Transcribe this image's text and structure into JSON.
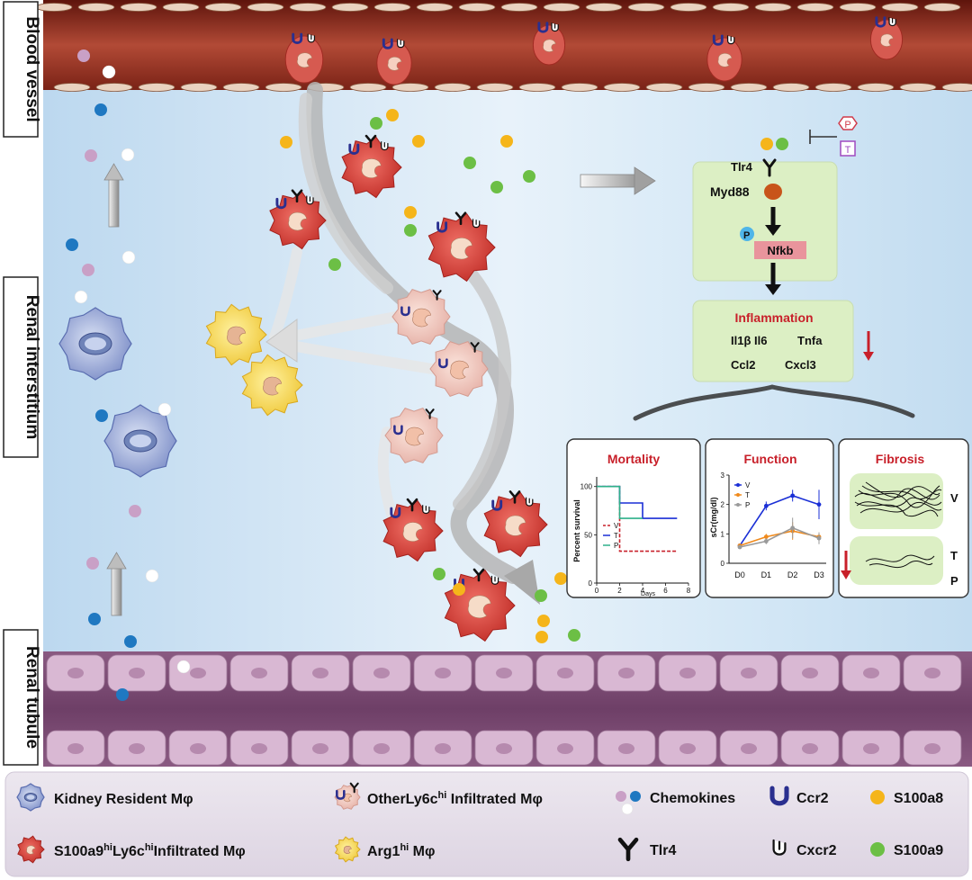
{
  "side_labels": {
    "blood_vessel": "Blood vessel",
    "renal_interstitium": "Renal interstitium",
    "renal_tubule": "Renal tubule"
  },
  "pathway": {
    "tlr4": "Tlr4",
    "myd88": "Myd88",
    "nfkb": "Nfkb",
    "phospho": "P",
    "inhibitor_p": "P",
    "inhibitor_t": "T"
  },
  "inflammation": {
    "title": "Inflammation",
    "row1_a": "Il1β Il6",
    "row1_b": "Tnfa",
    "row2_a": "Ccl2",
    "row2_b": "Cxcl3"
  },
  "panels": {
    "mortality": {
      "title": "Mortality",
      "ylabel": "Percent survival",
      "xlabel": "Days"
    },
    "function": {
      "title": "Function",
      "ylabel": "sCr(mg/dl)"
    },
    "fibrosis": {
      "title": "Fibrosis",
      "label_v": "V",
      "label_t": "T",
      "label_p": "P"
    }
  },
  "legend": {
    "resident": "Kidney Resident Mφ",
    "other_pre": "OtherLy6c",
    "other_sup": "hi",
    "other_post": " Infiltrated Mφ",
    "s100_pre": "S100a9",
    "s100_sup": "hi",
    "s100_mid": "Ly6c",
    "s100_sup2": "hi",
    "s100_post": "Infiltrated Mφ",
    "arg_pre": "Arg1",
    "arg_sup": "hi",
    "arg_post": " Mφ",
    "chemokines": "Chemokines",
    "ccr2": "Ccr2",
    "s100a8": "S100a8",
    "tlr4": "Tlr4",
    "cxcr2": "Cxcr2",
    "s100a9": "S100a9"
  },
  "colors": {
    "vessel": "#8b2a1c",
    "interstitium": "#cfe4f4",
    "tubule": "#7b4a72",
    "pathway_box": "#dcefc4",
    "nfkb": "#e9949c",
    "inflammation_red": "#c8202a",
    "s100a8": "#f5b51a",
    "s100a9": "#6cbf45",
    "chemokine_pink": "#c9a0c6",
    "chemokine_blue": "#1f78c1",
    "ccr2": "#2a2f8f"
  },
  "chart_data": [
    {
      "type": "line",
      "title": "Mortality",
      "xlabel": "Days",
      "ylabel": "Percent survival",
      "x_ticks": [
        0,
        2,
        4,
        6,
        8
      ],
      "y_ticks": [
        0,
        50,
        100
      ],
      "xlim": [
        0,
        8
      ],
      "ylim": [
        0,
        110
      ],
      "series": [
        {
          "name": "V",
          "x": [
            0,
            2,
            2,
            7
          ],
          "y": [
            100,
            100,
            33,
            33
          ],
          "color": "#c8202a"
        },
        {
          "name": "T",
          "x": [
            0,
            2,
            2,
            4,
            4,
            7
          ],
          "y": [
            100,
            100,
            83,
            83,
            67,
            67
          ],
          "color": "#1a2fd6"
        },
        {
          "name": "P",
          "x": [
            0,
            2,
            2,
            4
          ],
          "y": [
            100,
            100,
            67,
            67
          ],
          "color": "#2fb08a"
        }
      ]
    },
    {
      "type": "line",
      "title": "Function",
      "ylabel": "sCr(mg/dl)",
      "categories": [
        "D0",
        "D1",
        "D2",
        "D3"
      ],
      "y_ticks": [
        0,
        1,
        2,
        3
      ],
      "ylim": [
        0,
        3
      ],
      "series": [
        {
          "name": "V",
          "values": [
            0.6,
            1.95,
            2.3,
            2.0
          ],
          "errors": [
            0.05,
            0.15,
            0.2,
            0.5
          ],
          "color": "#1a2fd6"
        },
        {
          "name": "T",
          "values": [
            0.6,
            0.9,
            1.1,
            0.9
          ],
          "errors": [
            0.05,
            0.1,
            0.3,
            0.15
          ],
          "color": "#f08a1c"
        },
        {
          "name": "P",
          "values": [
            0.55,
            0.75,
            1.2,
            0.85
          ],
          "errors": [
            0.05,
            0.1,
            0.35,
            0.2
          ],
          "color": "#9a9a9a"
        }
      ]
    }
  ]
}
